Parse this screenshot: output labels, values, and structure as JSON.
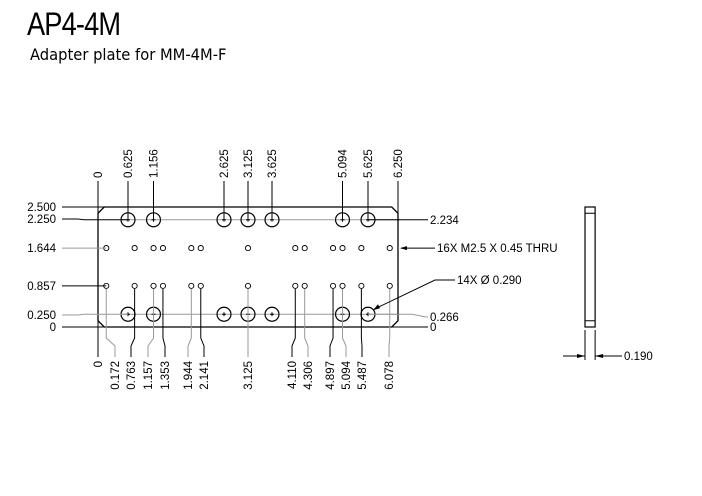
{
  "title": "AP4-4M",
  "subtitle": "Adapter plate for MM-4M-F",
  "plate": {
    "width": 6.25,
    "height": 2.5,
    "thickness": 0.19
  },
  "top_dims": [
    "0",
    "0.625",
    "1.156",
    "2.625",
    "3.125",
    "3.625",
    "5.094",
    "5.625",
    "6.250"
  ],
  "bottom_dims": [
    "0",
    "0.172",
    "0.763",
    "1.157",
    "1.353",
    "1.944",
    "2.141",
    "3.125",
    "4.110",
    "4.306",
    "4.897",
    "5.094",
    "5.487",
    "6.078"
  ],
  "left_dims": [
    "2.500",
    "2.250",
    "1.644",
    "0.857",
    "0.250",
    "0"
  ],
  "right_dims": {
    "top_row": "2.234",
    "bottom_row": "0.266",
    "zero": "0"
  },
  "notes": {
    "tapped": "16X M2.5 X 0.45 THRU",
    "clearance": "14X  Ø  0.290"
  },
  "side_dim": "0.190",
  "large_holes": {
    "x": [
      0.625,
      1.156,
      2.625,
      3.125,
      3.625,
      5.094,
      5.625
    ],
    "y": [
      2.234,
      0.266
    ],
    "diameter": 0.29
  },
  "small_holes": {
    "x": [
      0.172,
      0.763,
      1.157,
      1.353,
      1.944,
      2.141,
      3.125,
      4.11,
      4.306,
      4.897,
      5.094,
      5.487,
      6.078
    ],
    "y": [
      1.644,
      0.857
    ]
  }
}
